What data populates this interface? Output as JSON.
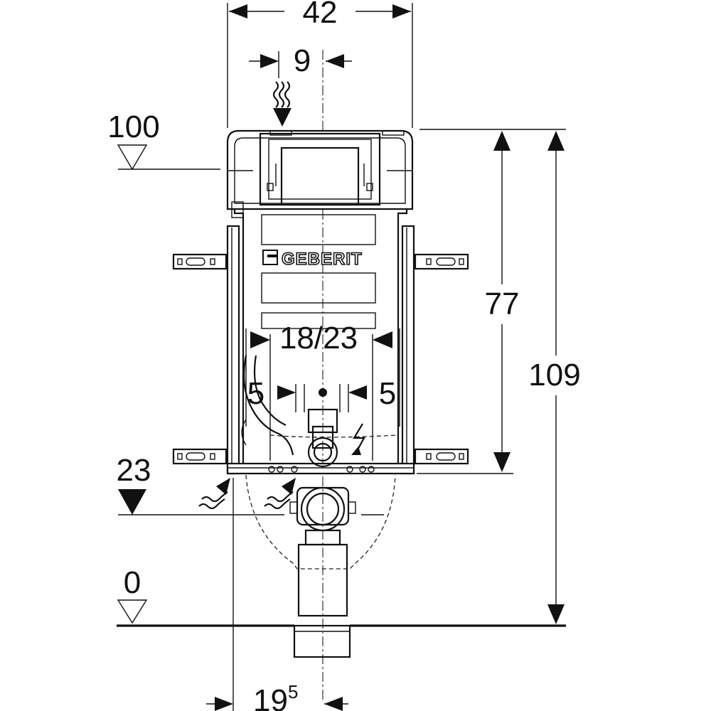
{
  "drawing": {
    "brand_logo": "GEBERIT",
    "dimensions": {
      "top_width": "42",
      "top_offset": "9",
      "flush_width": "18/23",
      "left_offset": "5",
      "right_offset": "5",
      "bottom_offset_main": "19",
      "bottom_offset_sup": "5",
      "height_frame": "77",
      "height_total": "109"
    },
    "levels": {
      "top": "100",
      "mid": "23",
      "floor": "0"
    }
  }
}
